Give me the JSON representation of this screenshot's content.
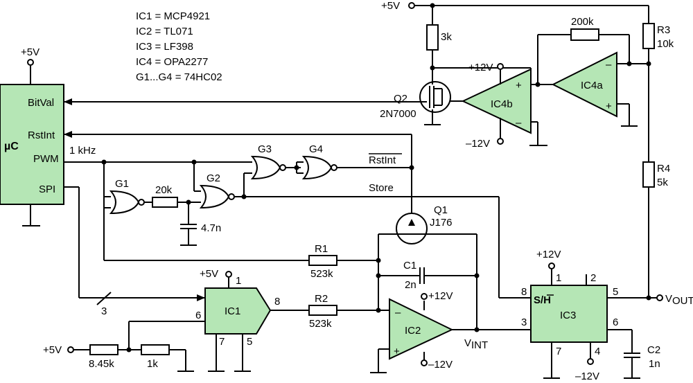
{
  "legend": {
    "ic1": "IC1 = MCP4921",
    "ic2": "IC2 = TL071",
    "ic3": "IC3 = LF398",
    "ic4": "IC4 = OPA2277",
    "gates": "G1...G4 = 74HC02"
  },
  "supply": {
    "plus5v": "+5V",
    "plus12v": "+12V",
    "minus12v": "–12V"
  },
  "uc": {
    "name": "µC",
    "bitval": "BitVal",
    "rstint": "RstInt",
    "pwm": "PWM",
    "spi": "SPI"
  },
  "signals": {
    "freq": "1 kHz",
    "rstint_bar": "RstInt",
    "store": "Store",
    "vint_v": "V",
    "vint_sub": "INT",
    "vout_v": "V",
    "vout_sub": "OUT",
    "bus_width": "3"
  },
  "gates": {
    "g1": "G1",
    "g2": "G2",
    "g3": "G3",
    "g4": "G4"
  },
  "components": {
    "r_3k": "3k",
    "r_200k": "200k",
    "r3_name": "R3",
    "r3_val": "10k",
    "r4_name": "R4",
    "r4_val": "5k",
    "q2_name": "Q2",
    "q2_part": "2N7000",
    "ic4a": "IC4a",
    "ic4b": "IC4b",
    "r_20k": "20k",
    "c_4n7": "4.7n",
    "q1_name": "Q1",
    "q1_part": "J176",
    "r1_name": "R1",
    "r1_val": "523k",
    "c1_name": "C1",
    "c1_val": "2n",
    "r2_name": "R2",
    "r2_val": "523k",
    "ic1": "IC1",
    "ic2": "IC2",
    "ic3": "IC3",
    "r_845k": "8.45k",
    "r_1k": "1k",
    "c2_name": "C2",
    "c2_val": "1n"
  },
  "pins": {
    "ic1_p1": "1",
    "ic1_p8": "8",
    "ic1_p6": "6",
    "ic1_p7": "7",
    "ic1_p5": "5",
    "ic3_p8": "8",
    "ic3_p3": "3",
    "ic3_p1": "1",
    "ic3_p2": "2",
    "ic3_p5": "5",
    "ic3_p6": "6",
    "ic3_p7": "7",
    "ic3_p4": "4",
    "sh": "S/H"
  },
  "opamp_marks": {
    "plus": "+",
    "minus": "–"
  }
}
